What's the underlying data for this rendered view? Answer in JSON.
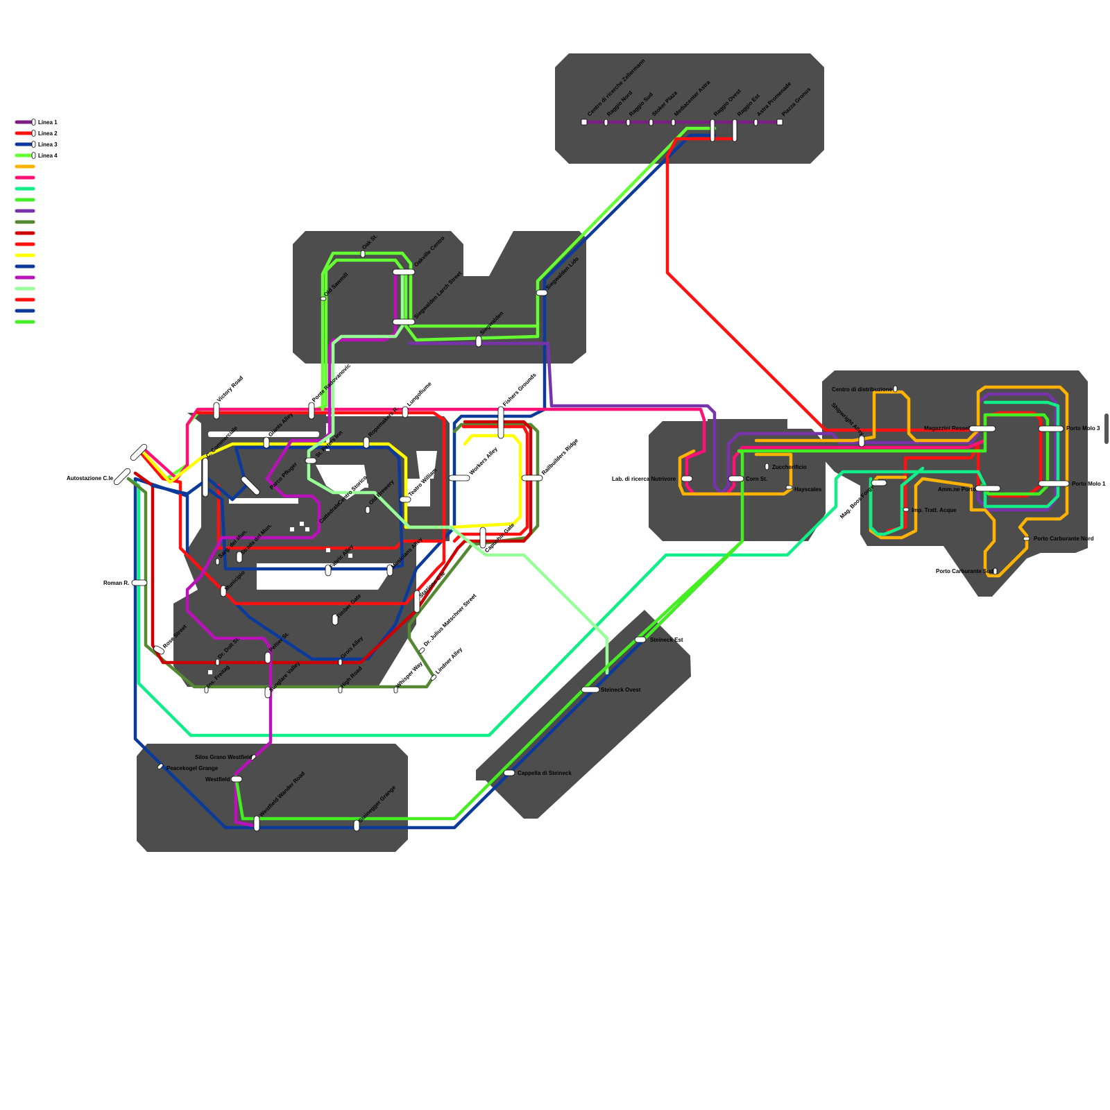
{
  "legend": {
    "items": [
      {
        "label": "Linea 1",
        "color": "#7a1e86"
      },
      {
        "label": "Linea 2",
        "color": "#ff1111"
      },
      {
        "label": "Linea 3",
        "color": "#0b3a9a"
      },
      {
        "label": "Linea 4",
        "color": "#66ff33"
      },
      {
        "label": "",
        "color": "#ffb300"
      },
      {
        "label": "",
        "color": "#ff1177"
      },
      {
        "label": "",
        "color": "#11ee88"
      },
      {
        "label": "",
        "color": "#44ee22"
      },
      {
        "label": "",
        "color": "#7733aa"
      },
      {
        "label": "",
        "color": "#558833"
      },
      {
        "label": "",
        "color": "#cc0000"
      },
      {
        "label": "",
        "color": "#ff1111"
      },
      {
        "label": "",
        "color": "#ffff00"
      },
      {
        "label": "",
        "color": "#0b3a9a"
      },
      {
        "label": "",
        "color": "#bb11bb"
      },
      {
        "label": "",
        "color": "#99ff99"
      },
      {
        "label": "",
        "color": "#ff1111"
      },
      {
        "label": "",
        "color": "#0b3a9a"
      },
      {
        "label": "",
        "color": "#44ee22"
      }
    ]
  },
  "stations": {
    "centro_ricerche": "Centro di ricerche Zellermann",
    "raggio_nord": "Raggio Nord",
    "raggio_sud": "Raggio Sud",
    "stoker_plaza": "Stoker Plaza",
    "mediacenter": "Mediacenter Astra",
    "raggio_ovest": "Raggio Ovest",
    "raggio_est": "Raggio Est",
    "astra_promenade": "Astra Promenade",
    "piazza_gronus": "Piazza Gronus",
    "oak_st": "Oak St.",
    "oakville_centro": "Oakville Centro",
    "old_sawmill": "Old Sawmill",
    "siegwalden_larch": "Siegwalden Larch Street",
    "siegwalden": "Siegwalden",
    "siegwalden_lido": "Siegwalden Lido",
    "victory_road": "Victory Road",
    "ponte_radovanovic": "Ponte Radovanovic",
    "lungofiume": "Lungofiume",
    "fishers_grounds": "Fishers Grounds",
    "giants_alley": "Giants Alley",
    "ropemakers": "Ropemakers R.",
    "st_peters_inn": "St. Peters Inn",
    "c_commerciale": "C. Commerciale",
    "autostazione": "Autostazione C.le",
    "parco_pfluger": "Parco Pfluger",
    "cattedrale": "Cattedrale",
    "centro_storico": "Centro Storico",
    "old_brewery": "Old Brewery",
    "teatro_william": "Teatro William",
    "workers_alley": "Workers Alley",
    "railbuilders_ridge": "Railbuilders Ridge",
    "capuchin_gate": "Capuchin Gate",
    "sarg_mun": "Sarg. del Mun.",
    "strada_mun": "Strada del Mun.",
    "fabric_alley": "Fabric Alley",
    "musicians_alley": "Musicians Alley",
    "municipio": "Municipio",
    "roman_r": "Roman R.",
    "stazione_cle": "Stazione C.le",
    "timber_gate": "Timber Gate",
    "rose_street": "Rose Street",
    "dr_dolt": "Dr. Dolt St.",
    "peltier_st": "Peltier St.",
    "grois_alley": "Grois Alley",
    "dr_julius": "Dr. Julius Matschner Street",
    "lindner_alley": "Lindner Alley",
    "ins_freitag": "Ins. Freitag",
    "sunglare": "Sunglare Valley",
    "high_road": "High Road",
    "whisper_way": "Whisper Way",
    "silos_westfield": "Silos Grano Westfield",
    "peacekogel": "Peacekogel Grange",
    "westfield": "Westfield",
    "westfield_wander": "Westfield Wander Road",
    "steinegger": "Steinegger Grange",
    "steineck_est": "Steineck Est",
    "steineck_ovest": "Steineck Ovest",
    "cappella": "Cappella di Steineck",
    "lab_ricerca": "Lab. di ricerca Nutrivore",
    "corn_st": "Corn St.",
    "zuccherificio": "Zuccherificio",
    "hayscales": "Hayscales",
    "centro_distribuzione": "Centro di distribuzione",
    "shipwright": "Shipwright Alley",
    "magazzini_ressel": "Magazzini Ressel",
    "porto_molo_3": "Porto Molo 3",
    "porto_molo_1": "Porto Molo 1",
    "amm_porto": "Amm.ne Porto",
    "mag_boos": "Mag. Boos Forge",
    "imp_tratt": "Imp. Tratt. Acque",
    "porto_carb_nord": "Porto Carburante Nord",
    "porto_carb_sud": "Porto Carburante Sud"
  }
}
